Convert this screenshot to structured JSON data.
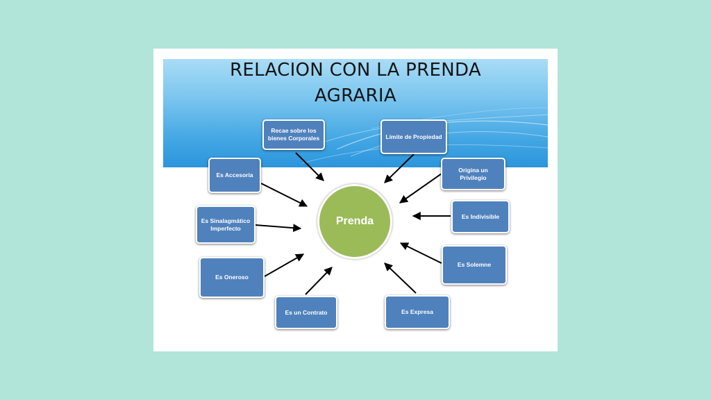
{
  "slide": {
    "title": "RELACION CON LA PRENDA\nAGRARIA"
  },
  "diagram": {
    "center": "Prenda",
    "nodes": [
      {
        "id": "recae",
        "label": "Recae sobre los bienes Corporales"
      },
      {
        "id": "limite",
        "label": "Limite de Propiedad"
      },
      {
        "id": "origina",
        "label": "Origina un Privilegio"
      },
      {
        "id": "indivisible",
        "label": "Es Indivisible"
      },
      {
        "id": "solemne",
        "label": "Es Solemne"
      },
      {
        "id": "expresa",
        "label": "Es Expresa"
      },
      {
        "id": "contrato",
        "label": "Es un Contrato"
      },
      {
        "id": "oneroso",
        "label": "Es Oneroso"
      },
      {
        "id": "sinalagmatico",
        "label": "Es Sinalagmático Imperfecto"
      },
      {
        "id": "accesoria",
        "label": "Es  Accesoria"
      }
    ]
  },
  "colors": {
    "background": "#b2e5da",
    "node_fill": "#4f81bd",
    "center_fill": "#9bbb59",
    "banner": "#42a6e3"
  }
}
